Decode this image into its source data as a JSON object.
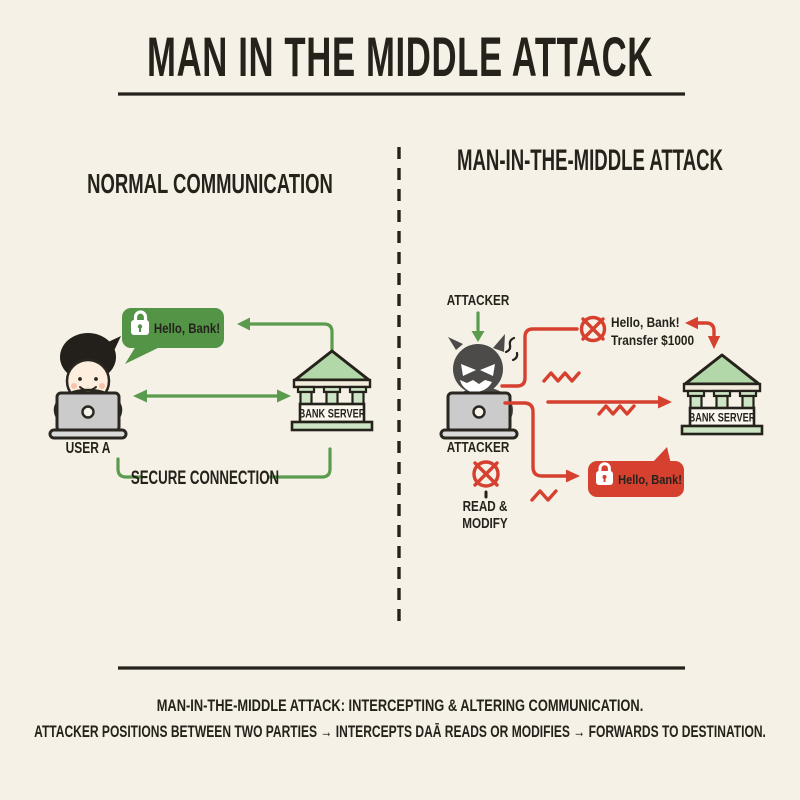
{
  "title": "MAN IN THE MIDDLE ATTACK",
  "panels": {
    "normal": {
      "heading": "NORMAL COMMUNICATION",
      "bubble_text": "Hello, Bank!",
      "user_label": "USER A",
      "server_label": "BANK SERVER",
      "connection_label": "SECURE CONNECTION"
    },
    "attack": {
      "heading": "MAN-IN-THE-MIDDLE ATTACK",
      "attacker_label_top": "ATTACKER",
      "attacker_label_bottom": "ATTACKER",
      "intercepted_line1": "Hello, Bank!",
      "intercepted_line2": "Transfer $1000",
      "read_modify_line1": "READ &",
      "read_modify_line2": "MODIFY",
      "forged_bubble_text": "Hello, Bank!",
      "server_label": "BANK SERVER"
    }
  },
  "footer": {
    "line1": "MAN-IN-THE-MIDDLE ATTACK: INTERCEPTING & ALTERING COMMUNICATION.",
    "line2": "ATTACKER POSITIONS BETWEEN TWO PARTIES → INTERCEPTS DAĀ READS OR MODIFIES → FORWARDS TO DESTINATION."
  },
  "icons": {
    "lock": "lock-icon",
    "blocked": "circle-x-icon",
    "arrow": "→",
    "zigzag": "signal-zigzag"
  },
  "colors": {
    "background": "#f6f1e6",
    "ink": "#25221c",
    "green": "#5a9b4d",
    "green_bubble": "#539447",
    "green_roof": "#b2d8aa",
    "red": "#d6402e",
    "attacker_gray": "#4c4b49",
    "laptop_gray": "#cbcbcb",
    "skin": "#fdeedd"
  }
}
